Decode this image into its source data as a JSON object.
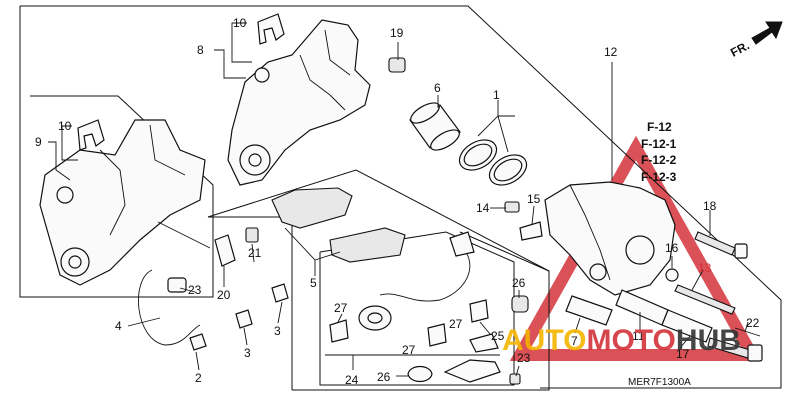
{
  "callouts": {
    "c1": "1",
    "c2": "2",
    "c3a": "3",
    "c3b": "3",
    "c4": "4",
    "c5": "5",
    "c6": "6",
    "c7": "7",
    "c8": "8",
    "c9": "9",
    "c10a": "10",
    "c10b": "10",
    "c11": "11",
    "c12": "12",
    "c13": "13",
    "c14": "14",
    "c15": "15",
    "c16": "16",
    "c17": "17",
    "c18": "18",
    "c19": "19",
    "c20": "20",
    "c21": "21",
    "c22": "22",
    "c23a": "23",
    "c23b": "23",
    "c24": "24",
    "c25": "25",
    "c26a": "26",
    "c26b": "26",
    "c27a": "27",
    "c27b": "27",
    "c27c": "27"
  },
  "refs": [
    "F-12",
    "F-12-1",
    "F-12-2",
    "F-12-3"
  ],
  "direction_label": "FR.",
  "diagram_code": "MER7F1300A",
  "watermark": {
    "text_a": "AUTO",
    "text_b": "MOTO",
    "text_c": "HUB",
    "color_a": "#f5b400",
    "color_b": "#d4333a",
    "color_c": "#333333"
  }
}
